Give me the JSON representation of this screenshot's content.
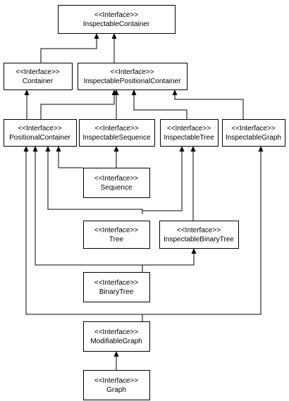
{
  "nodes": [
    {
      "id": "inspectable-container",
      "stereotype": "<<Interface>>",
      "name": "InspectableContainer"
    },
    {
      "id": "container",
      "stereotype": "<<Interface>>",
      "name": "Container"
    },
    {
      "id": "inspectable-positional-container",
      "stereotype": "<<Interface>>",
      "name": "InspectablePositionalContainer"
    },
    {
      "id": "positional-container",
      "stereotype": "<<Interface>>",
      "name": "PositionalContainer"
    },
    {
      "id": "inspectable-sequence",
      "stereotype": "<<Interface>>",
      "name": "InspectableSequence"
    },
    {
      "id": "inspectable-tree",
      "stereotype": "<<Interface>>",
      "name": "InspectableTree"
    },
    {
      "id": "inspectable-graph",
      "stereotype": "<<Interface>>",
      "name": "InspectableGraph"
    },
    {
      "id": "sequence",
      "stereotype": "<<Interface>>",
      "name": "Sequence"
    },
    {
      "id": "tree",
      "stereotype": "<<Interface>>",
      "name": "Tree"
    },
    {
      "id": "inspectable-binary-tree",
      "stereotype": "<<Interface>>",
      "name": "InspectableBinaryTree"
    },
    {
      "id": "binary-tree",
      "stereotype": "<<Interface>>",
      "name": "BinaryTree"
    },
    {
      "id": "modifiable-graph",
      "stereotype": "<<Interface>>",
      "name": "ModifiableGraph"
    },
    {
      "id": "graph",
      "stereotype": "<<Interface>>",
      "name": "Graph"
    }
  ],
  "edges": [
    {
      "from": "container",
      "to": "inspectable-container"
    },
    {
      "from": "inspectable-positional-container",
      "to": "inspectable-container"
    },
    {
      "from": "positional-container",
      "to": "container"
    },
    {
      "from": "positional-container",
      "to": "inspectable-positional-container"
    },
    {
      "from": "inspectable-sequence",
      "to": "inspectable-positional-container"
    },
    {
      "from": "inspectable-tree",
      "to": "inspectable-positional-container"
    },
    {
      "from": "inspectable-graph",
      "to": "inspectable-positional-container"
    },
    {
      "from": "sequence",
      "to": "positional-container"
    },
    {
      "from": "sequence",
      "to": "inspectable-sequence"
    },
    {
      "from": "tree",
      "to": "positional-container"
    },
    {
      "from": "tree",
      "to": "inspectable-tree"
    },
    {
      "from": "inspectable-binary-tree",
      "to": "inspectable-tree"
    },
    {
      "from": "binary-tree",
      "to": "positional-container"
    },
    {
      "from": "binary-tree",
      "to": "inspectable-binary-tree"
    },
    {
      "from": "modifiable-graph",
      "to": "positional-container"
    },
    {
      "from": "modifiable-graph",
      "to": "inspectable-graph"
    },
    {
      "from": "graph",
      "to": "modifiable-graph"
    }
  ]
}
